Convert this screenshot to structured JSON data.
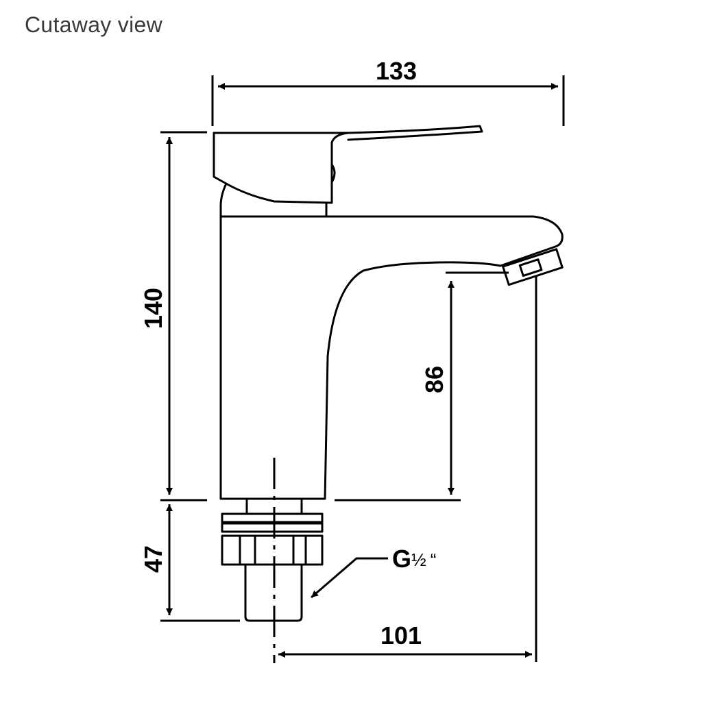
{
  "caption": "Cutaway view",
  "dimensions": {
    "overall_width": "133",
    "overall_height": "140",
    "spout_height": "86",
    "shank_length": "47",
    "spout_reach": "101"
  },
  "thread": {
    "label": "G",
    "fraction": "½",
    "suffix": "“"
  },
  "colors": {
    "line": "#000000",
    "caption": "#3a3a3a"
  }
}
